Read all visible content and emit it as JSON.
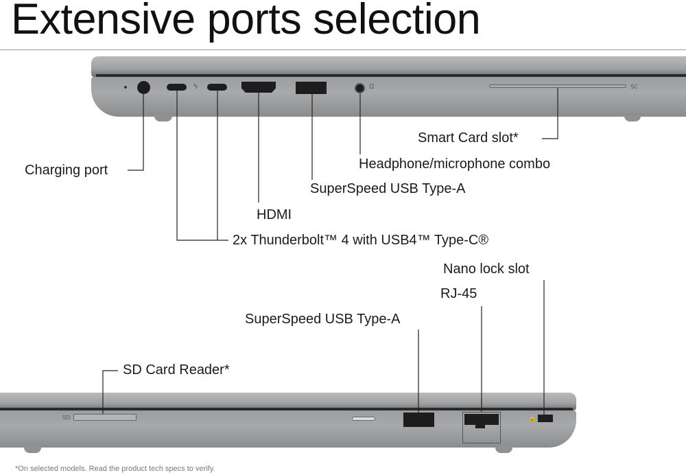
{
  "title": "Extensive ports selection",
  "left_side_labels": {
    "charging": "Charging port",
    "thunderbolt": "2x Thunderbolt™ 4 with USB4™ Type-C®",
    "hdmi": "HDMI",
    "usb_a": "SuperSpeed USB Type-A",
    "audio": "Headphone/microphone combo",
    "smartcard": "Smart Card slot*"
  },
  "right_side_labels": {
    "sd": "SD Card Reader*",
    "usb_a": "SuperSpeed USB Type-A",
    "rj45": "RJ-45",
    "lock": "Nano lock slot"
  },
  "port_markings": {
    "sc": "SC",
    "sd": "SD"
  },
  "footnote": "*On selected models. Read the product tech specs to verify."
}
